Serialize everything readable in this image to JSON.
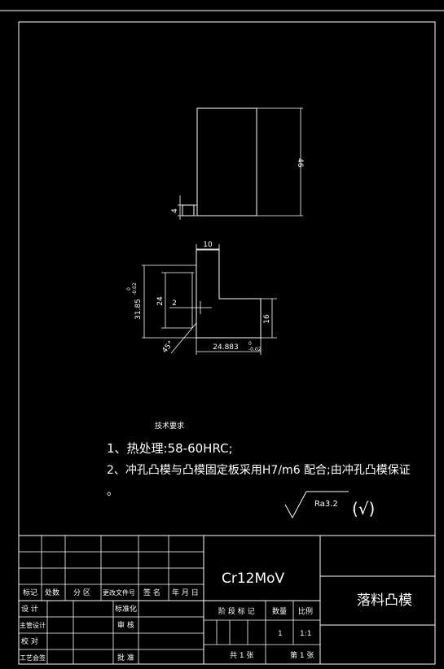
{
  "technical_requirements": {
    "heading": "技术要求",
    "line1": "1、热处理:58-60HRC;",
    "line2": "2、冲孔凸模与凸模固定板采用H7/m6 配合;由冲孔凸模保证",
    "line3": "。"
  },
  "roughness": {
    "value": "Ra3.2",
    "other": "(√)"
  },
  "dimensions": {
    "side_height": "46",
    "side_small": "4",
    "top_width": "10",
    "overall_height": "31.85",
    "overall_height_tol": "0\n-0.02",
    "inner_height": "24",
    "step": "2",
    "right_height": "16",
    "bottom_width": "24.883",
    "bottom_width_tol": "0\n-0.02",
    "chamfer": "45°"
  },
  "title_block": {
    "material": "Cr12MoV",
    "part_name": "落料凸模",
    "rev_headers": [
      "标记",
      "处数",
      "分 区",
      "更改文件号",
      "签 名",
      "年 月 日"
    ],
    "sign_rows": [
      "设 计",
      "主管设计",
      "校 对",
      "工艺会签"
    ],
    "mid_labels": [
      "标准化",
      "审 核",
      "批 准"
    ],
    "stage_header": "阶 段 标 记",
    "weight_header": "数量",
    "scale_header": "比例",
    "weight_value": "1",
    "scale_value": "1:1",
    "sheets_total": "共 1 张",
    "sheet_no": "第 1 张"
  }
}
